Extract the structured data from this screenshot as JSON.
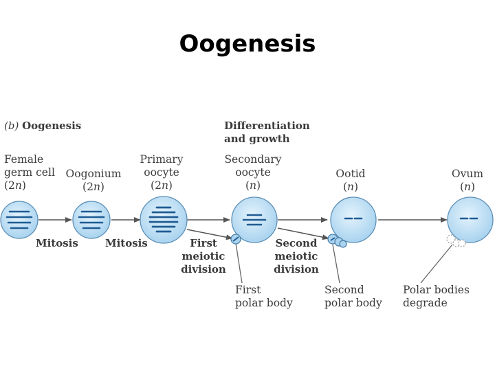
{
  "title": "Oogenesis",
  "panel": {
    "letter": "(b)",
    "heading": "Oogenesis"
  },
  "top_label": {
    "line1": "Differentiation",
    "line2": "and growth"
  },
  "stages": [
    {
      "line1": "Female",
      "line2": "germ cell",
      "line3": "(2n)"
    },
    {
      "line1": "Oogonium",
      "line2": "(2n)"
    },
    {
      "line1": "Primary",
      "line2": "oocyte",
      "line3": "(2n)"
    },
    {
      "line1": "Secondary",
      "line2": "oocyte",
      "line3": "(n)"
    },
    {
      "line1": "Ootid",
      "line2": "(n)"
    },
    {
      "line1": "Ovum",
      "line2": "(n)"
    }
  ],
  "processes": [
    {
      "line1": "Mitosis"
    },
    {
      "line1": "Mitosis"
    },
    {
      "line1": "First",
      "line2": "meiotic",
      "line3": "division"
    },
    {
      "line1": "Second",
      "line2": "meiotic",
      "line3": "division"
    }
  ],
  "polar_labels": [
    {
      "line1": "First",
      "line2": "polar body"
    },
    {
      "line1": "Second",
      "line2": "polar body"
    },
    {
      "line1": "Polar bodies",
      "line2": "degrade"
    }
  ],
  "colors": {
    "cell_fill": "#bfe0f4",
    "cell_stroke": "#5c8fb5",
    "chromosome": "#1f5b93",
    "arrow": "#555555",
    "text": "#3a3a3a"
  }
}
